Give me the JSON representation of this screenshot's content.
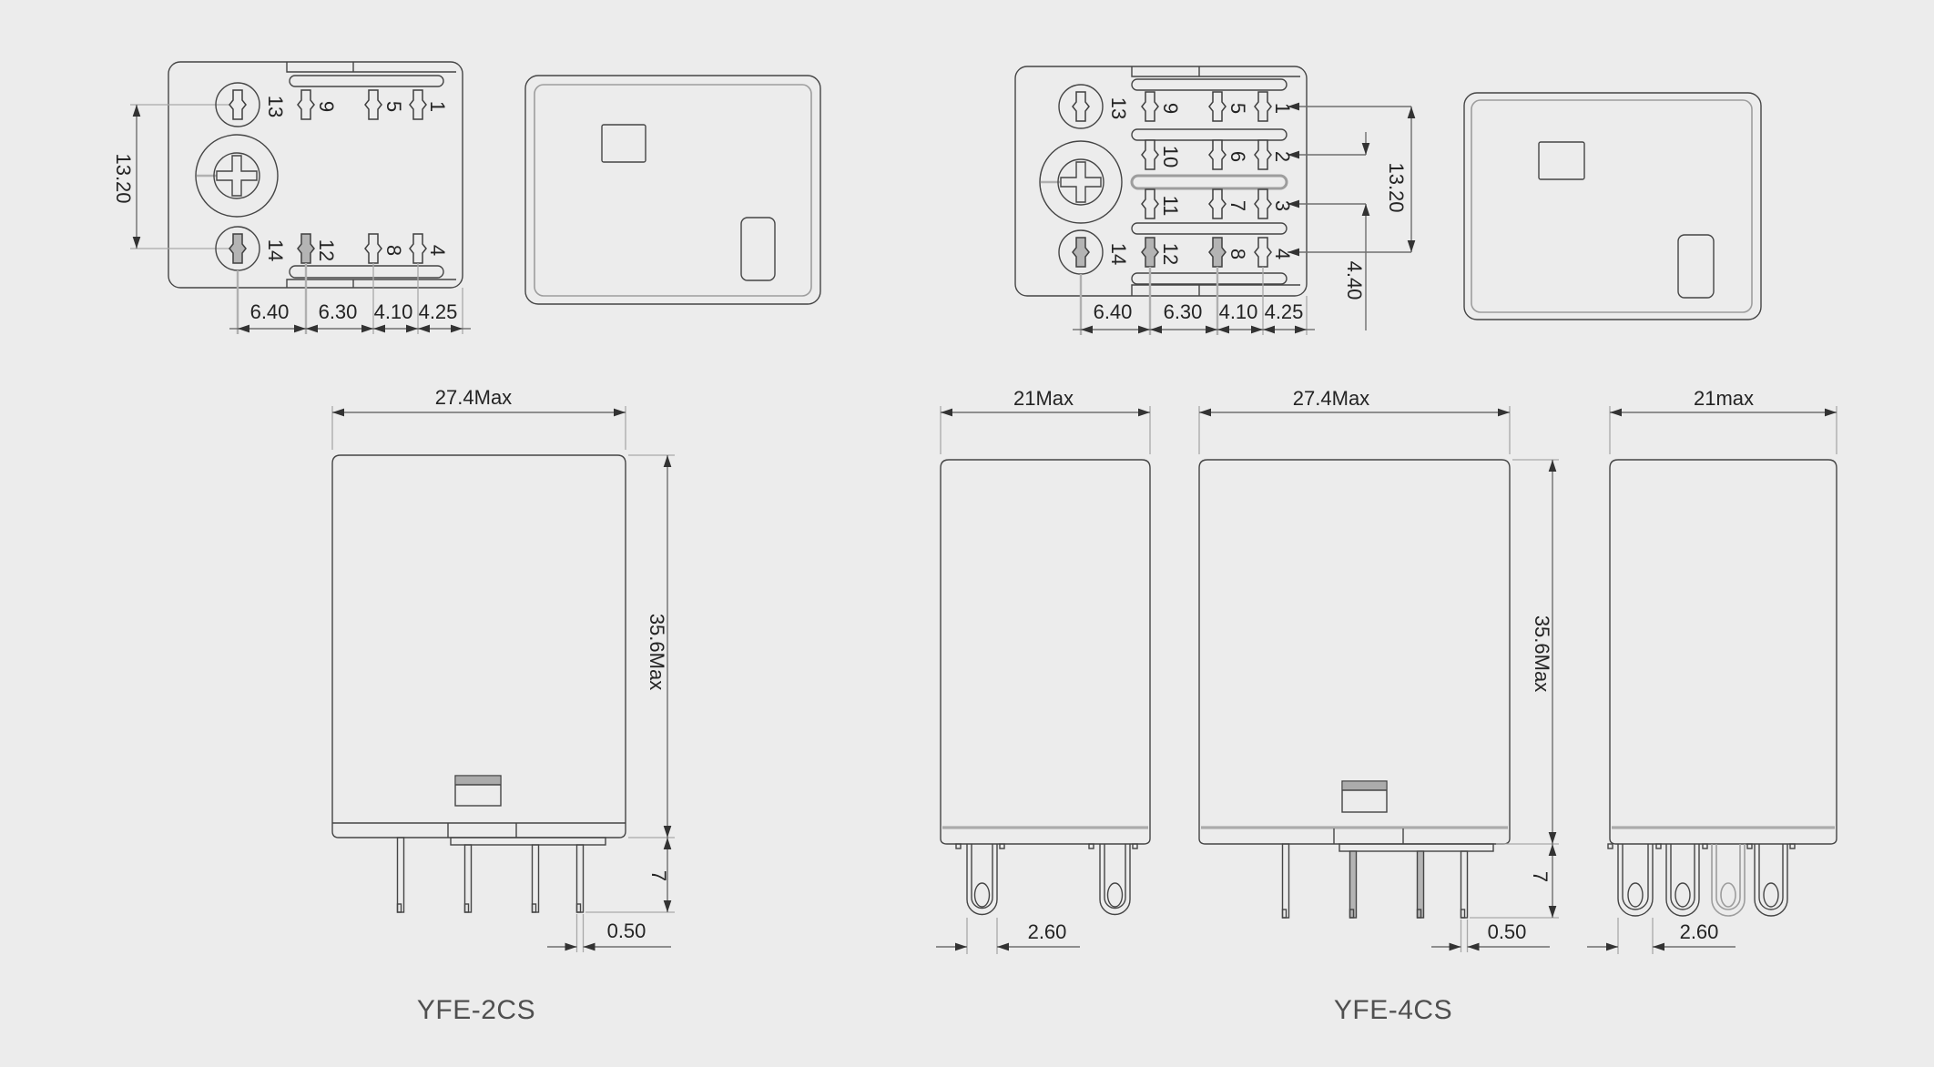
{
  "colors": {
    "background": "#ececec",
    "outline": "#454545",
    "dimension_line": "#6e6e6e",
    "extension_line": "#a8a8a8",
    "text": "#242424",
    "caption_text": "#4f4f4f"
  },
  "yfe2cs": {
    "caption": "YFE-2CS",
    "bottom_view": {
      "row_top": [
        "13",
        "9",
        "5",
        "1"
      ],
      "row_bottom": [
        "14",
        "12",
        "8",
        "4"
      ],
      "dim_row_spacing": "13.20",
      "dim_cols": [
        "6.40",
        "6.30",
        "4.10",
        "4.25"
      ]
    },
    "front_view": {
      "dim_width": "27.4Max",
      "dim_height": "35.6Max",
      "dim_pin_length": "7",
      "dim_pin_width": "0.50"
    }
  },
  "yfe4cs": {
    "caption": "YFE-4CS",
    "bottom_view": {
      "rows": [
        [
          "13",
          "9",
          "5",
          "1"
        ],
        [
          "10",
          "6",
          "2"
        ],
        [
          "11",
          "7",
          "3"
        ],
        [
          "14",
          "12",
          "8",
          "4"
        ]
      ],
      "dim_row_span": "13.20",
      "dim_row_gap": "4.40",
      "dim_cols": [
        "6.40",
        "6.30",
        "4.10",
        "4.25"
      ]
    },
    "side_view_left": {
      "dim_width": "21Max",
      "dim_blade_width": "2.60"
    },
    "front_view": {
      "dim_width": "27.4Max",
      "dim_height": "35.6Max",
      "dim_pin_length": "7",
      "dim_pin_width": "0.50"
    },
    "side_view_right": {
      "dim_width": "21max",
      "dim_blade_width": "2.60"
    }
  }
}
